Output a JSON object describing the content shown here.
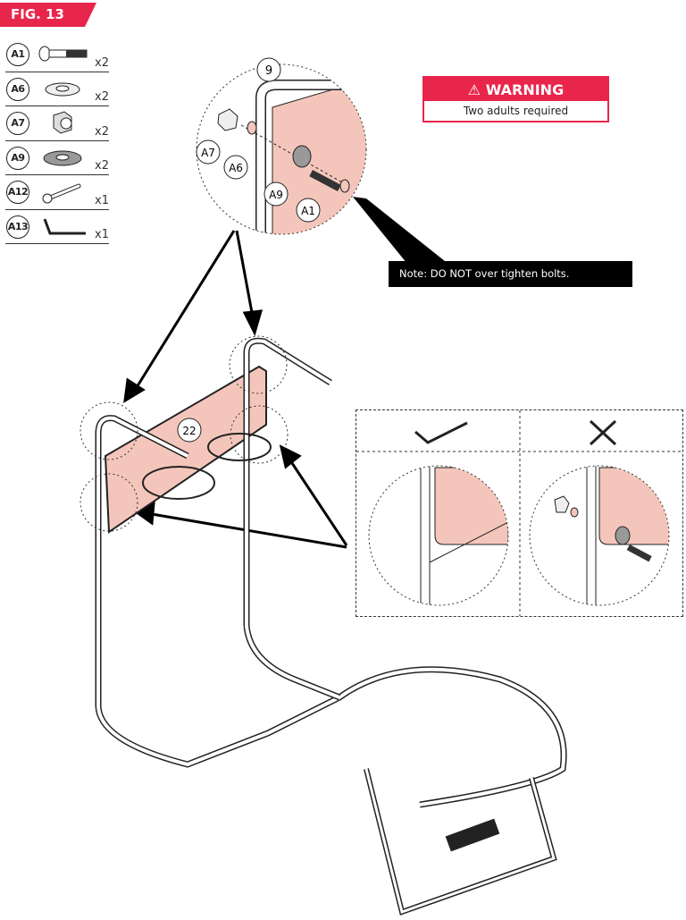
{
  "figure": {
    "label": "FIG. 13"
  },
  "parts": [
    {
      "id": "A1",
      "qty": "x2",
      "icon": "bolt-icon"
    },
    {
      "id": "A6",
      "qty": "x2",
      "icon": "washer-icon"
    },
    {
      "id": "A7",
      "qty": "x2",
      "icon": "lock-nut-icon"
    },
    {
      "id": "A9",
      "qty": "x2",
      "icon": "large-washer-icon"
    },
    {
      "id": "A12",
      "qty": "x1",
      "icon": "wrench-icon"
    },
    {
      "id": "A13",
      "qty": "x1",
      "icon": "allen-key-icon"
    }
  ],
  "detail": {
    "callouts": {
      "tube": "9",
      "nut": "A7",
      "washer": "A6",
      "large_washer": "A9",
      "bolt": "A1"
    }
  },
  "warning": {
    "title": "WARNING",
    "text": "Two adults required"
  },
  "note": "Note: DO NOT over tighten bolts.",
  "assembly": {
    "backboard_label": "22"
  },
  "colors": {
    "accent": "#e8254b",
    "backboard": "#f4c6bb"
  }
}
